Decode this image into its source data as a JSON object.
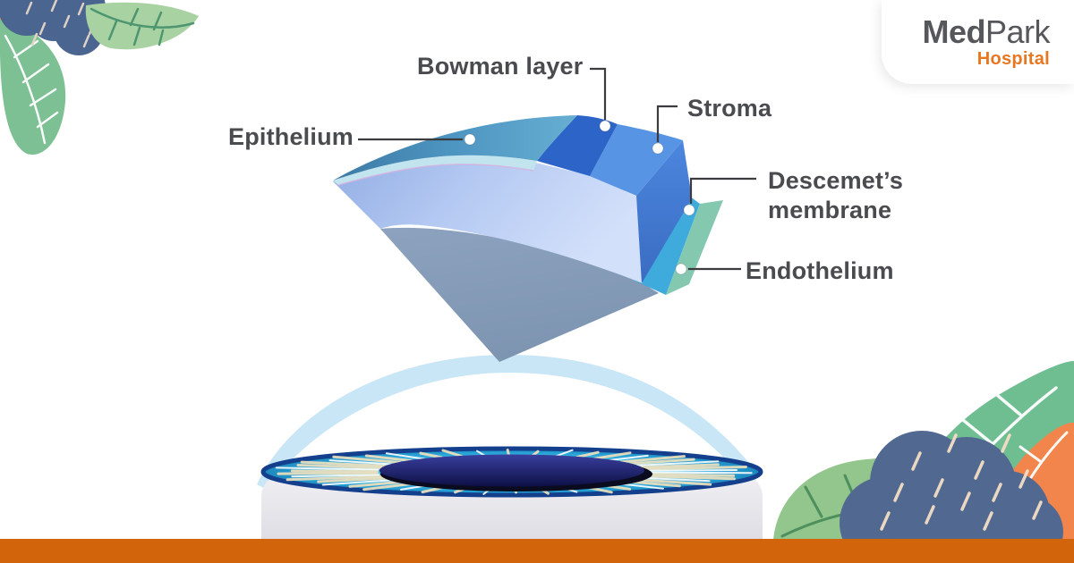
{
  "brand": {
    "name_bold": "Med",
    "name_regular": "Park",
    "tagline": "Hospital"
  },
  "labels": {
    "epithelium": "Epithelium",
    "bowman": "Bowman layer",
    "stroma": "Stroma",
    "descemet": "Descemet’s membrane",
    "endothelium": "Endothelium"
  },
  "colors": {
    "footer_bar": "#D2640C",
    "brand_gray": "#55575B",
    "brand_orange": "#E87722",
    "label_text": "#4A4B4F",
    "epithelium_teal": "#4E96C2",
    "bowman_blue": "#2C64C8",
    "stroma_blue": "#5894E4",
    "descemet_cyan": "#3FAADC",
    "endothelium_green": "#85C8B0",
    "iris_cyan": "#3DBCE4",
    "pupil_navy": "#0D1045"
  }
}
